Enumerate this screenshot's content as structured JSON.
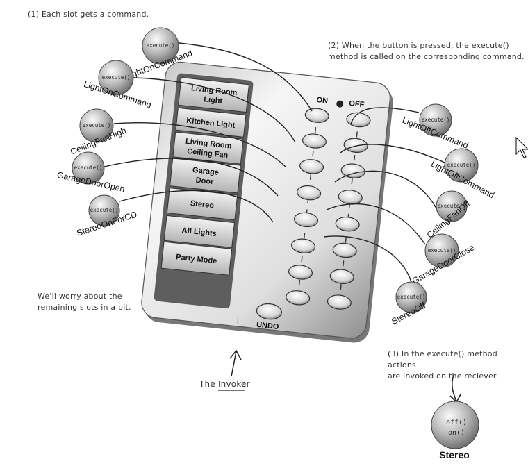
{
  "notes": {
    "slots": "(1) Each slot gets a command.",
    "pressed": "(2) When the button is pressed, the execute()\nmethod is called on the corresponding command.",
    "worry": "We'll worry about the\nremaining slots in a bit.",
    "receiver": "(3) In the execute() method actions\nare invoked on the reciever.",
    "invoker_prefix": "The ",
    "invoker_word": "Invoker"
  },
  "method_label": "execute()",
  "remote": {
    "on_label": "ON",
    "off_label": "OFF",
    "undo_label": "UNDO",
    "slots": [
      {
        "line1": "Living Room",
        "line2": "Light"
      },
      {
        "line1": "Kitchen Light",
        "line2": ""
      },
      {
        "line1": "Living Room",
        "line2": "Ceiling Fan"
      },
      {
        "line1": "Garage",
        "line2": "Door"
      },
      {
        "line1": "Stereo",
        "line2": ""
      },
      {
        "line1": "All Lights",
        "line2": ""
      },
      {
        "line1": "Party Mode",
        "line2": ""
      }
    ]
  },
  "on_commands": [
    "LightOnCommand",
    "LightOnCommand",
    "CeilingFanHigh",
    "GarageDoorOpen",
    "StereoOnForCD"
  ],
  "off_commands": [
    "LightOffCommand",
    "LightOffCommand",
    "CeilingFanOff",
    "GarageDoorClose",
    "StereoOff"
  ],
  "receiver": {
    "name": "Stereo",
    "methods": [
      "off()",
      "on()"
    ]
  }
}
